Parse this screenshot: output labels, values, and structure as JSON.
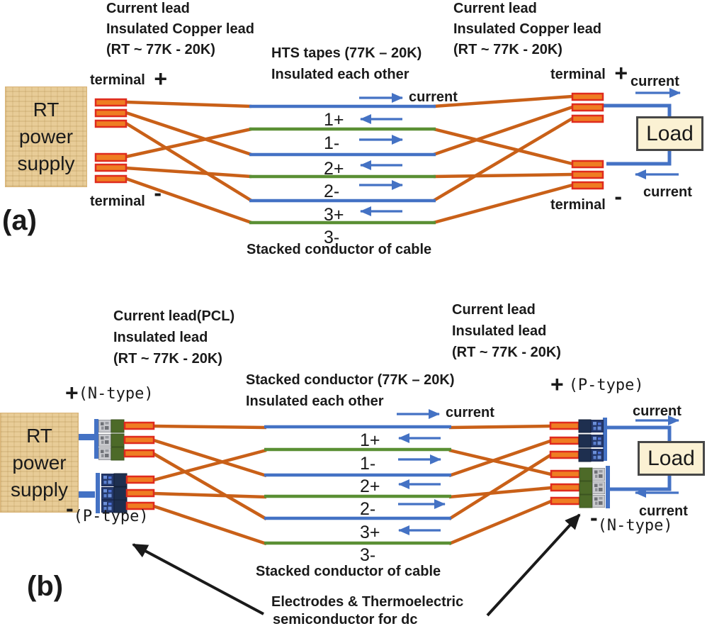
{
  "colors": {
    "orange": "#C96018",
    "blue": "#4472C4",
    "green": "#5A8F34",
    "lead_border": "#DF2B1E",
    "lead_fill": "#EF7D22",
    "electrode_green": "#4D6A28",
    "thermo_grey": "#C9CACE",
    "thermo_grey_mark": "#6F7177",
    "navy_solid": "#1E2F4F",
    "thermo_navy": "#24386B",
    "thermo_navy_mark": "#6C8FD8",
    "supply_bg": "#E8CC97",
    "load_bg": "#FBF1D3",
    "load_border": "#474747",
    "text": "#1A1A1A"
  },
  "shared": {
    "current": "current",
    "terminal": "terminal",
    "plus": "+",
    "minus": "-",
    "load": "Load",
    "power_supply": {
      "l1": "RT",
      "l2": "power",
      "l3": "supply"
    },
    "conductor_labels": [
      "1+",
      "1-",
      "2+",
      "2-",
      "3+",
      "3-"
    ],
    "stacked_caption": "Stacked conductor of cable"
  },
  "figure_a": {
    "tag": "(a)",
    "lead_label_left": {
      "l1": "Current lead",
      "l2": "Insulated Copper lead",
      "l3": "(RT ~ 77K - 20K)"
    },
    "lead_label_right": {
      "l1": "Current lead",
      "l2": "Insulated Copper lead",
      "l3": "(RT ~ 77K - 20K)"
    },
    "hts_label": {
      "l1": "HTS tapes  (77K – 20K)",
      "l2": "Insulated each other"
    }
  },
  "figure_b": {
    "tag": "(b)",
    "lead_label_left": {
      "l1": "Current lead(PCL)",
      "l2": "Insulated lead",
      "l3": "(RT ~ 77K - 20K)"
    },
    "lead_label_right": {
      "l1": "Current lead",
      "l2": "Insulated lead",
      "l3": "(RT ~ 77K - 20K)"
    },
    "stacked_label": {
      "l1": "Stacked conductor  (77K – 20K)",
      "l2": "Insulated each other"
    },
    "n_type": "(N-type)",
    "p_type": "(P-type)",
    "electrode_note": {
      "l1": "Electrodes & Thermoelectric",
      "l2": "semiconductor for dc"
    }
  }
}
